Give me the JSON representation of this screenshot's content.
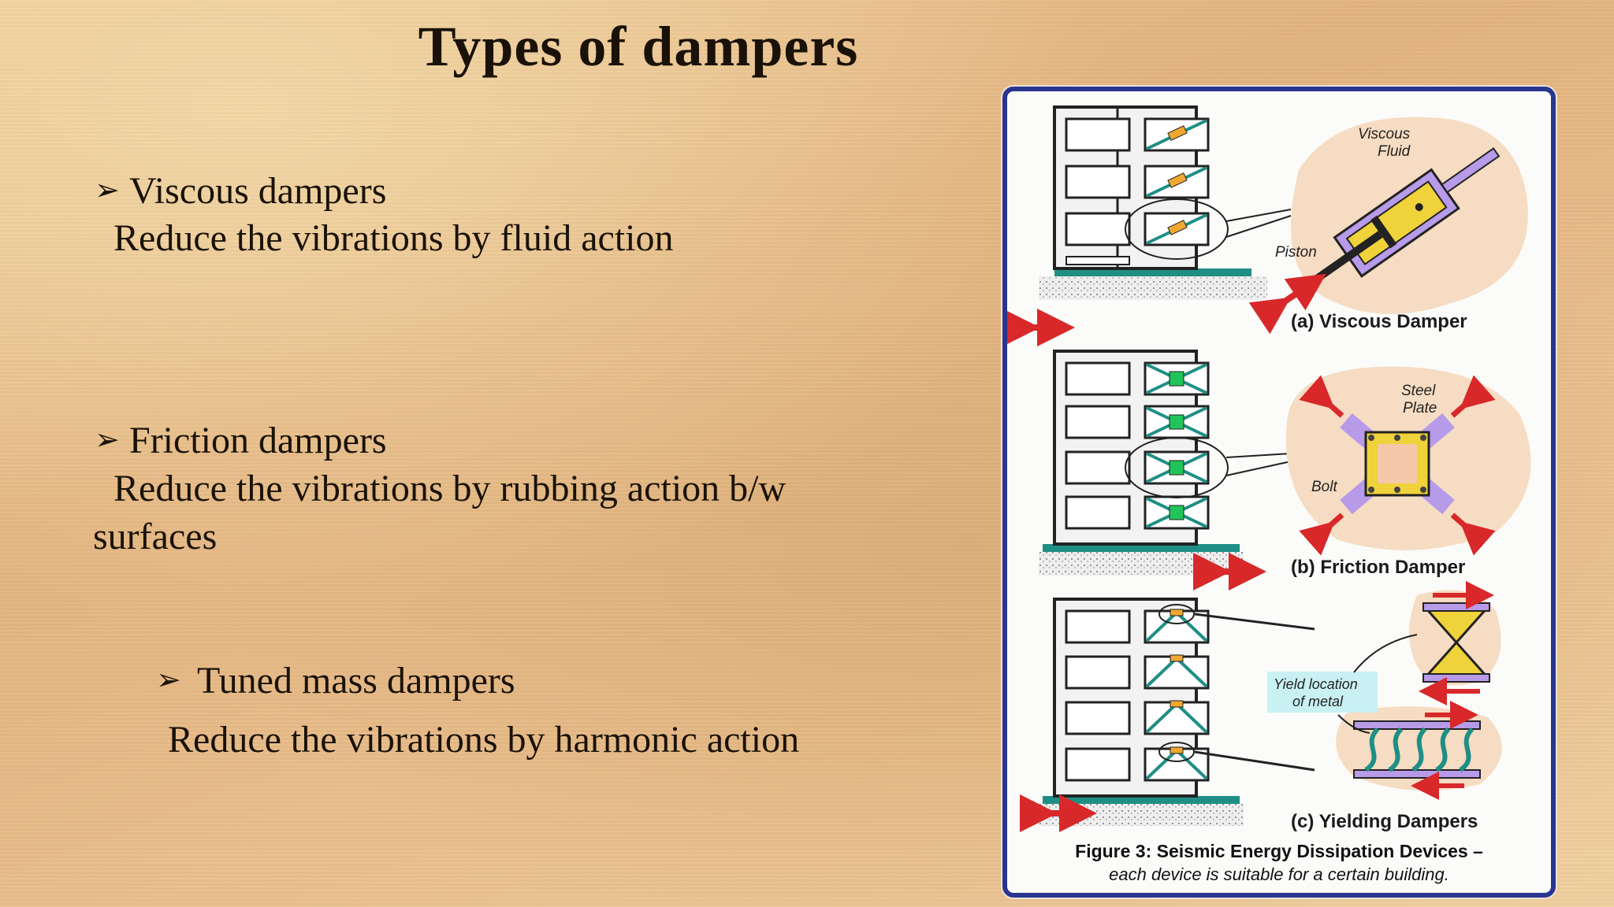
{
  "slide": {
    "title": "Types of  dampers"
  },
  "bullets": [
    {
      "heading": "Viscous dampers",
      "description": "Reduce the vibrations by fluid action"
    },
    {
      "heading": "Friction dampers",
      "description_line1": "Reduce the vibrations by rubbing action b/w",
      "description_line2": "surfaces"
    },
    {
      "heading": "Tuned mass dampers",
      "description": "Reduce the vibrations by harmonic action"
    }
  ],
  "bullet_symbol": "➢",
  "figure": {
    "viscous": {
      "label": "(a) Viscous Damper",
      "fluid_line1": "Viscous",
      "fluid_line2": "Fluid",
      "piston": "Piston"
    },
    "friction": {
      "label": "(b) Friction Damper",
      "plate_line1": "Steel",
      "plate_line2": "Plate",
      "bolt": "Bolt"
    },
    "yielding": {
      "label": "(c) Yielding Dampers",
      "yield_line1": "Yield location",
      "yield_line2": "of metal"
    },
    "caption_line1": "Figure 3: Seismic Energy Dissipation Devices –",
    "caption_line2": "each device is suitable for a certain building.",
    "colors": {
      "frame": "#2a3590",
      "brace": "#1f8f86",
      "friction_pad": "#22c45a",
      "blob": "#f6dcc2",
      "purple": "#b79be8",
      "yellow": "#f0d23a",
      "arrow": "#d8282a"
    }
  }
}
